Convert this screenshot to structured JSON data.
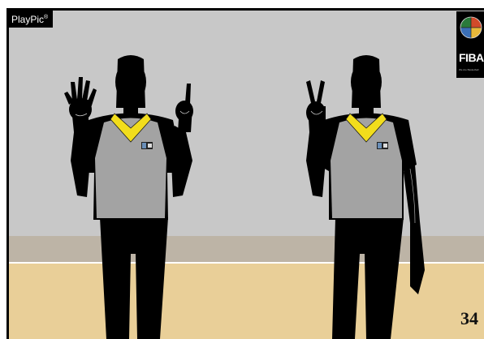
{
  "brand": {
    "name": "PlayPic",
    "mark": "®"
  },
  "logo": {
    "word": "FIBA",
    "tagline": "We Are Basketball",
    "icon": "basketball-globe-icon"
  },
  "signal_number": "34",
  "colors": {
    "wall": "#c8c8c8",
    "baseboard": "#bdb4a6",
    "floor": "#e9cf98",
    "silhouette": "#000000",
    "shirt": "#a3a3a3",
    "collar": "#f2dd1c"
  }
}
